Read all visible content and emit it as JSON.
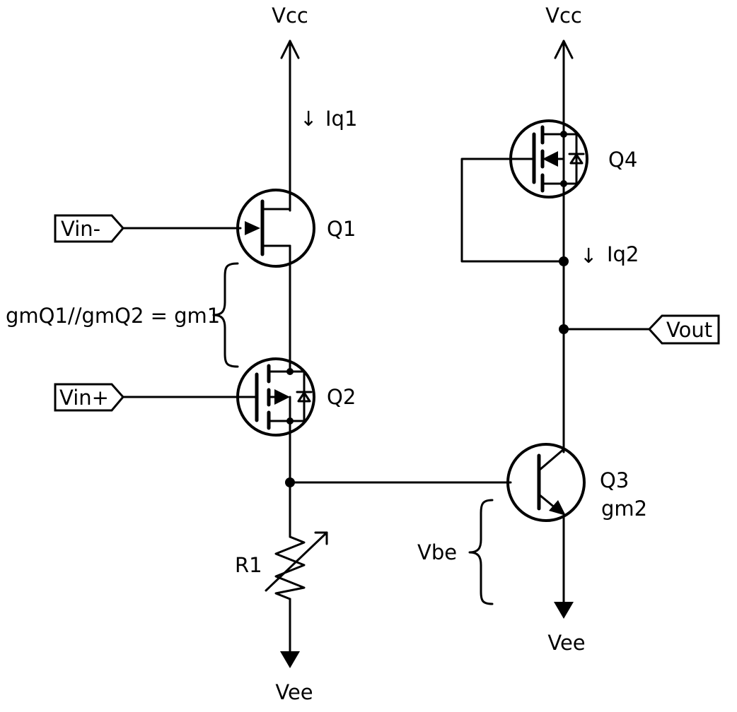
{
  "schematic": {
    "supplies": {
      "vcc_left": "Vcc",
      "vcc_right": "Vcc",
      "vee_left": "Vee",
      "vee_right": "Vee"
    },
    "ports": {
      "vin_minus": "Vin-",
      "vin_plus": "Vin+",
      "vout": "Vout"
    },
    "components": {
      "q1": "Q1",
      "q2": "Q2",
      "q3": "Q3",
      "q3_gm": "gm2",
      "q4": "Q4",
      "r1": "R1"
    },
    "currents": {
      "iq1": "Iq1",
      "iq2": "Iq2"
    },
    "annotations": {
      "gm1": "gmQ1//gmQ2 = gm1",
      "vbe": "Vbe"
    },
    "arrow_glyph": "↓"
  }
}
